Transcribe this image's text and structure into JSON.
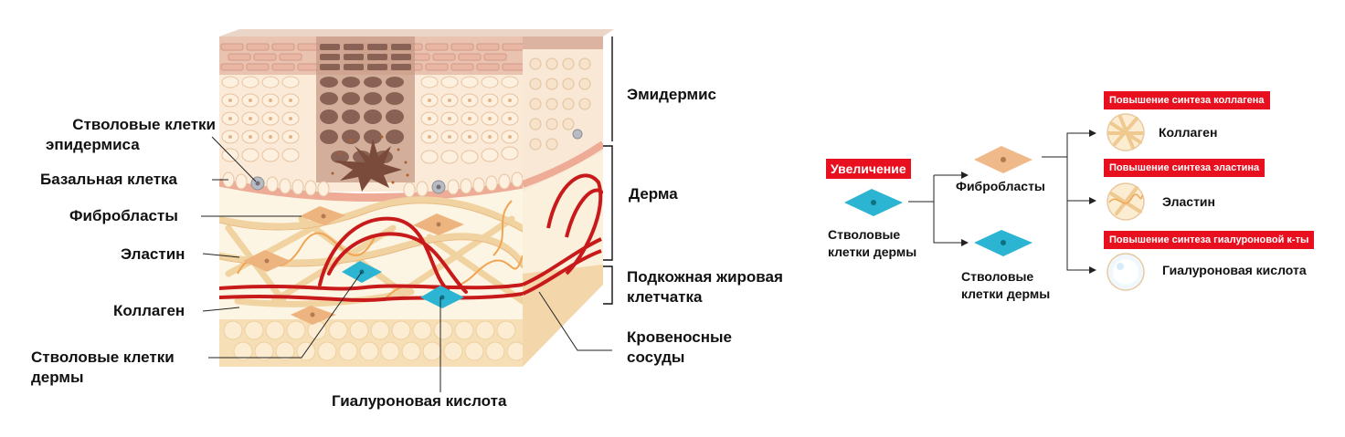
{
  "left_diagram": {
    "labels": {
      "epidermis_stem_cells": [
        "Стволовые клетки",
        "эпидермиса"
      ],
      "basal_cell": "Базальная клетка",
      "fibroblasts": "Фибробласты",
      "elastin": "Эластин",
      "collagen": "Коллаген",
      "dermis_stem_cells": [
        "Стволовые клетки",
        "дермы"
      ],
      "hyaluronic_acid": "Гиалуроновая кислота",
      "epidermis": "Эмидермис",
      "dermis": "Дерма",
      "subcutaneous": [
        "Подкожная жировая",
        "клетчатка"
      ],
      "blood_vessels": [
        "Кровеносные",
        "сосуды"
      ]
    }
  },
  "right_diagram": {
    "increase_tag": "Увеличение",
    "source_cell_label": [
      "Стволовые",
      "клетки дермы"
    ],
    "fibroblasts_label": "Фибробласты",
    "stem_cells_label": [
      "Стволовые",
      "клетки дермы"
    ],
    "outputs": [
      {
        "tag": "Повышение синтеза коллагена",
        "label": "Коллаген"
      },
      {
        "tag": "Повышение синтеза эластина",
        "label": "Эластин"
      },
      {
        "tag": "Повышение синтеза гиалуроновой к-ты",
        "label": "Гиалуроновая кислота"
      }
    ],
    "colors": {
      "accent_red": "#e8101e",
      "stem_cell_blue": "#2bb5d3",
      "fibroblast_tan": "#f0b98a"
    }
  }
}
